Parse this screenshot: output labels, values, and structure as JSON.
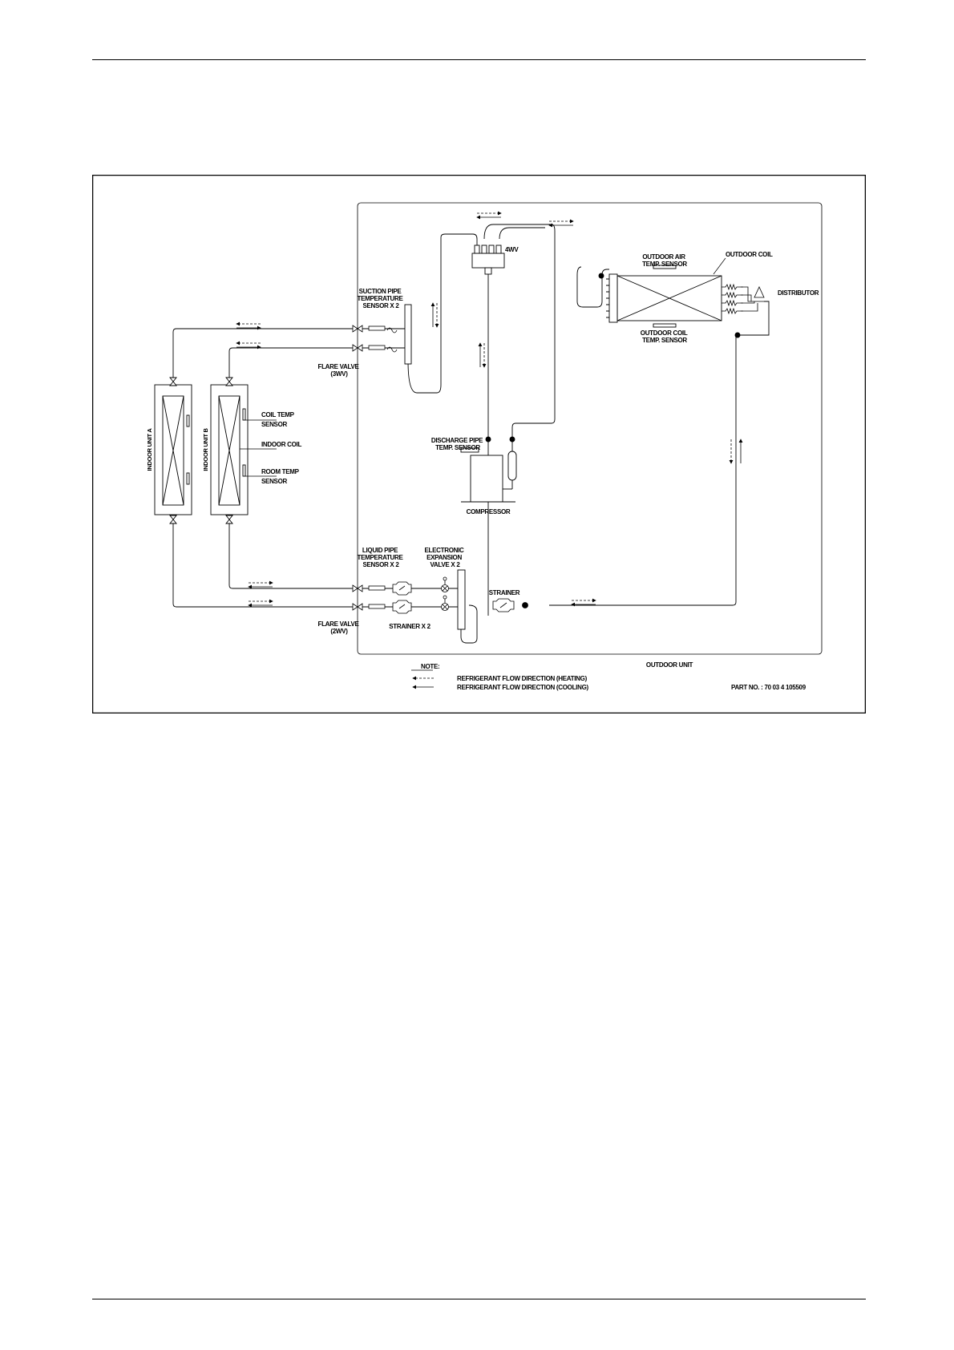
{
  "labels": {
    "four_way_valve": "4WV",
    "outdoor_air_sensor": [
      "OUTDOOR AIR",
      "TEMP. SENSOR"
    ],
    "outdoor_coil": "OUTDOOR COIL",
    "distributor": "DISTRIBUTOR",
    "outdoor_coil_sensor": [
      "OUTDOOR COIL",
      "TEMP. SENSOR"
    ],
    "suction_sensor": [
      "SUCTION PIPE",
      "TEMPERATURE",
      "SENSOR X 2"
    ],
    "flare_valve_top": [
      "FLARE VALVE",
      "(3WV)"
    ],
    "discharge_sensor": [
      "DISCHARGE PIPE",
      "TEMP. SENSOR"
    ],
    "compressor": "COMPRESSOR",
    "coil_temp_sensor": [
      "COIL TEMP",
      "SENSOR"
    ],
    "indoor_coil": "INDOOR COIL",
    "room_temp_sensor": [
      "ROOM TEMP",
      "SENSOR"
    ],
    "indoor_unit_a": "INDOOR UNIT A",
    "indoor_unit_b": "INDOOR UNIT B",
    "liquid_sensor": [
      "LIQUID PIPE",
      "TEMPERATURE",
      "SENSOR X 2"
    ],
    "expansion_valve": [
      "ELECTRONIC",
      "EXPANSION",
      "VALVE X 2"
    ],
    "strainer": "STRAINER",
    "strainer_x2": "STRAINER X 2",
    "flare_valve_bottom": [
      "FLARE VALVE",
      "(2WV)"
    ],
    "outdoor_unit": "OUTDOOR UNIT"
  },
  "legend": {
    "title": "NOTE:",
    "heating": "REFRIGERANT FLOW DIRECTION (HEATING)",
    "cooling": "REFRIGERANT FLOW DIRECTION (COOLING)"
  },
  "part_no": "PART NO. : 70 03 4 105509"
}
